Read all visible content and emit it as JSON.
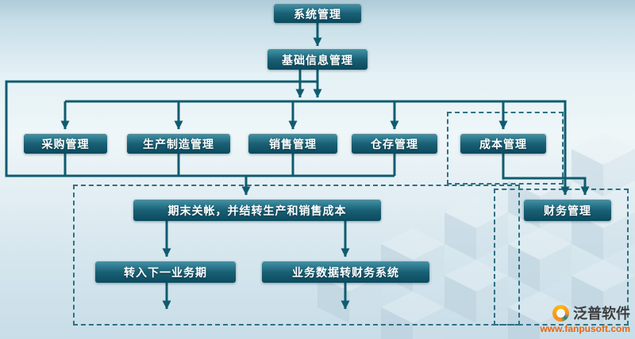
{
  "diagram": {
    "nodes": {
      "system_management": "系统管理",
      "basic_info_management": "基础信息管理",
      "purchasing_management": "采购管理",
      "production_management": "生产制造管理",
      "sales_management": "销售管理",
      "warehouse_management": "仓存管理",
      "cost_management": "成本管理",
      "period_end_closing": "期末关帐，并结转生产和销售成本",
      "next_business_period": "转入下一业务期",
      "business_data_to_finance": "业务数据转财务系统",
      "financial_management": "财务管理"
    },
    "colors": {
      "node_gradient_top": "#3e90a4",
      "node_gradient_bottom": "#0b4a5e",
      "connector_line": "#0f5c70",
      "dashed_frame": "#2e7183",
      "watermark_url_color": "#e8650f"
    },
    "watermark": {
      "logo_icon": "fanpu-swirl-logo",
      "brand": "泛普软件",
      "url": "www.fanpusoft.com"
    }
  }
}
